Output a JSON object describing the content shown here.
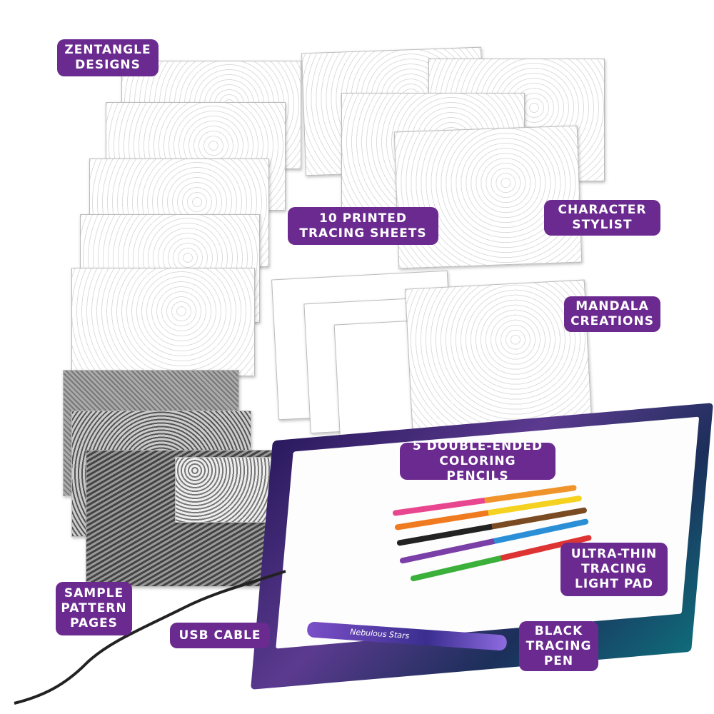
{
  "labels": {
    "zentangle": "ZENTANGLE DESIGNS",
    "printed": "10 PRINTED TRACING SHEETS",
    "character": "CHARACTER STYLIST",
    "mandala": "MANDALA CREATIONS",
    "pencils": "5 DOUBLE-ENDED COLORING PENCILS",
    "lightpad": "ULTRA-THIN TRACING LIGHT PAD",
    "pattern": "SAMPLE PATTERN PAGES",
    "usb": "USB CABLE",
    "pen": "BLACK TRACING PEN"
  },
  "pen_brand": "Nebulous Stars",
  "colors": {
    "label_bg": "#6b2a8f",
    "label_text": "#ffffff"
  }
}
